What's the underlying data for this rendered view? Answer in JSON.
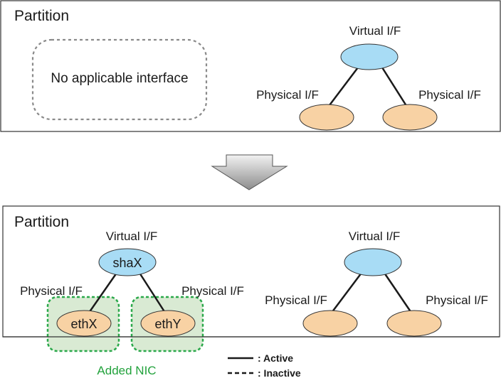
{
  "top_panel": {
    "title": "Partition",
    "empty_box_text": "No applicable interface",
    "virtual_label": "Virtual I/F",
    "physical_left_label": "Physical I/F",
    "physical_right_label": "Physical I/F"
  },
  "bottom_panel": {
    "title": "Partition",
    "group1": {
      "virtual_label": "Virtual I/F",
      "virtual_name": "shaX",
      "physical_left_label": "Physical I/F",
      "physical_right_label": "Physical I/F",
      "nic_left_name": "ethX",
      "nic_right_name": "ethY"
    },
    "group2": {
      "virtual_label": "Virtual I/F",
      "physical_left_label": "Physical I/F",
      "physical_right_label": "Physical I/F"
    },
    "added_nic_label": "Added NIC"
  },
  "legend": {
    "active_label": ": Active",
    "inactive_label": ": Inactive"
  },
  "colors": {
    "virtual_fill": "#a8dcf5",
    "physical_fill": "#f8d2a4",
    "nic_box_fill": "#d9ead3",
    "nic_box_stroke": "#2aa84a",
    "added_nic_text": "#22a23c",
    "dashed_gray": "#8a8a8a"
  }
}
